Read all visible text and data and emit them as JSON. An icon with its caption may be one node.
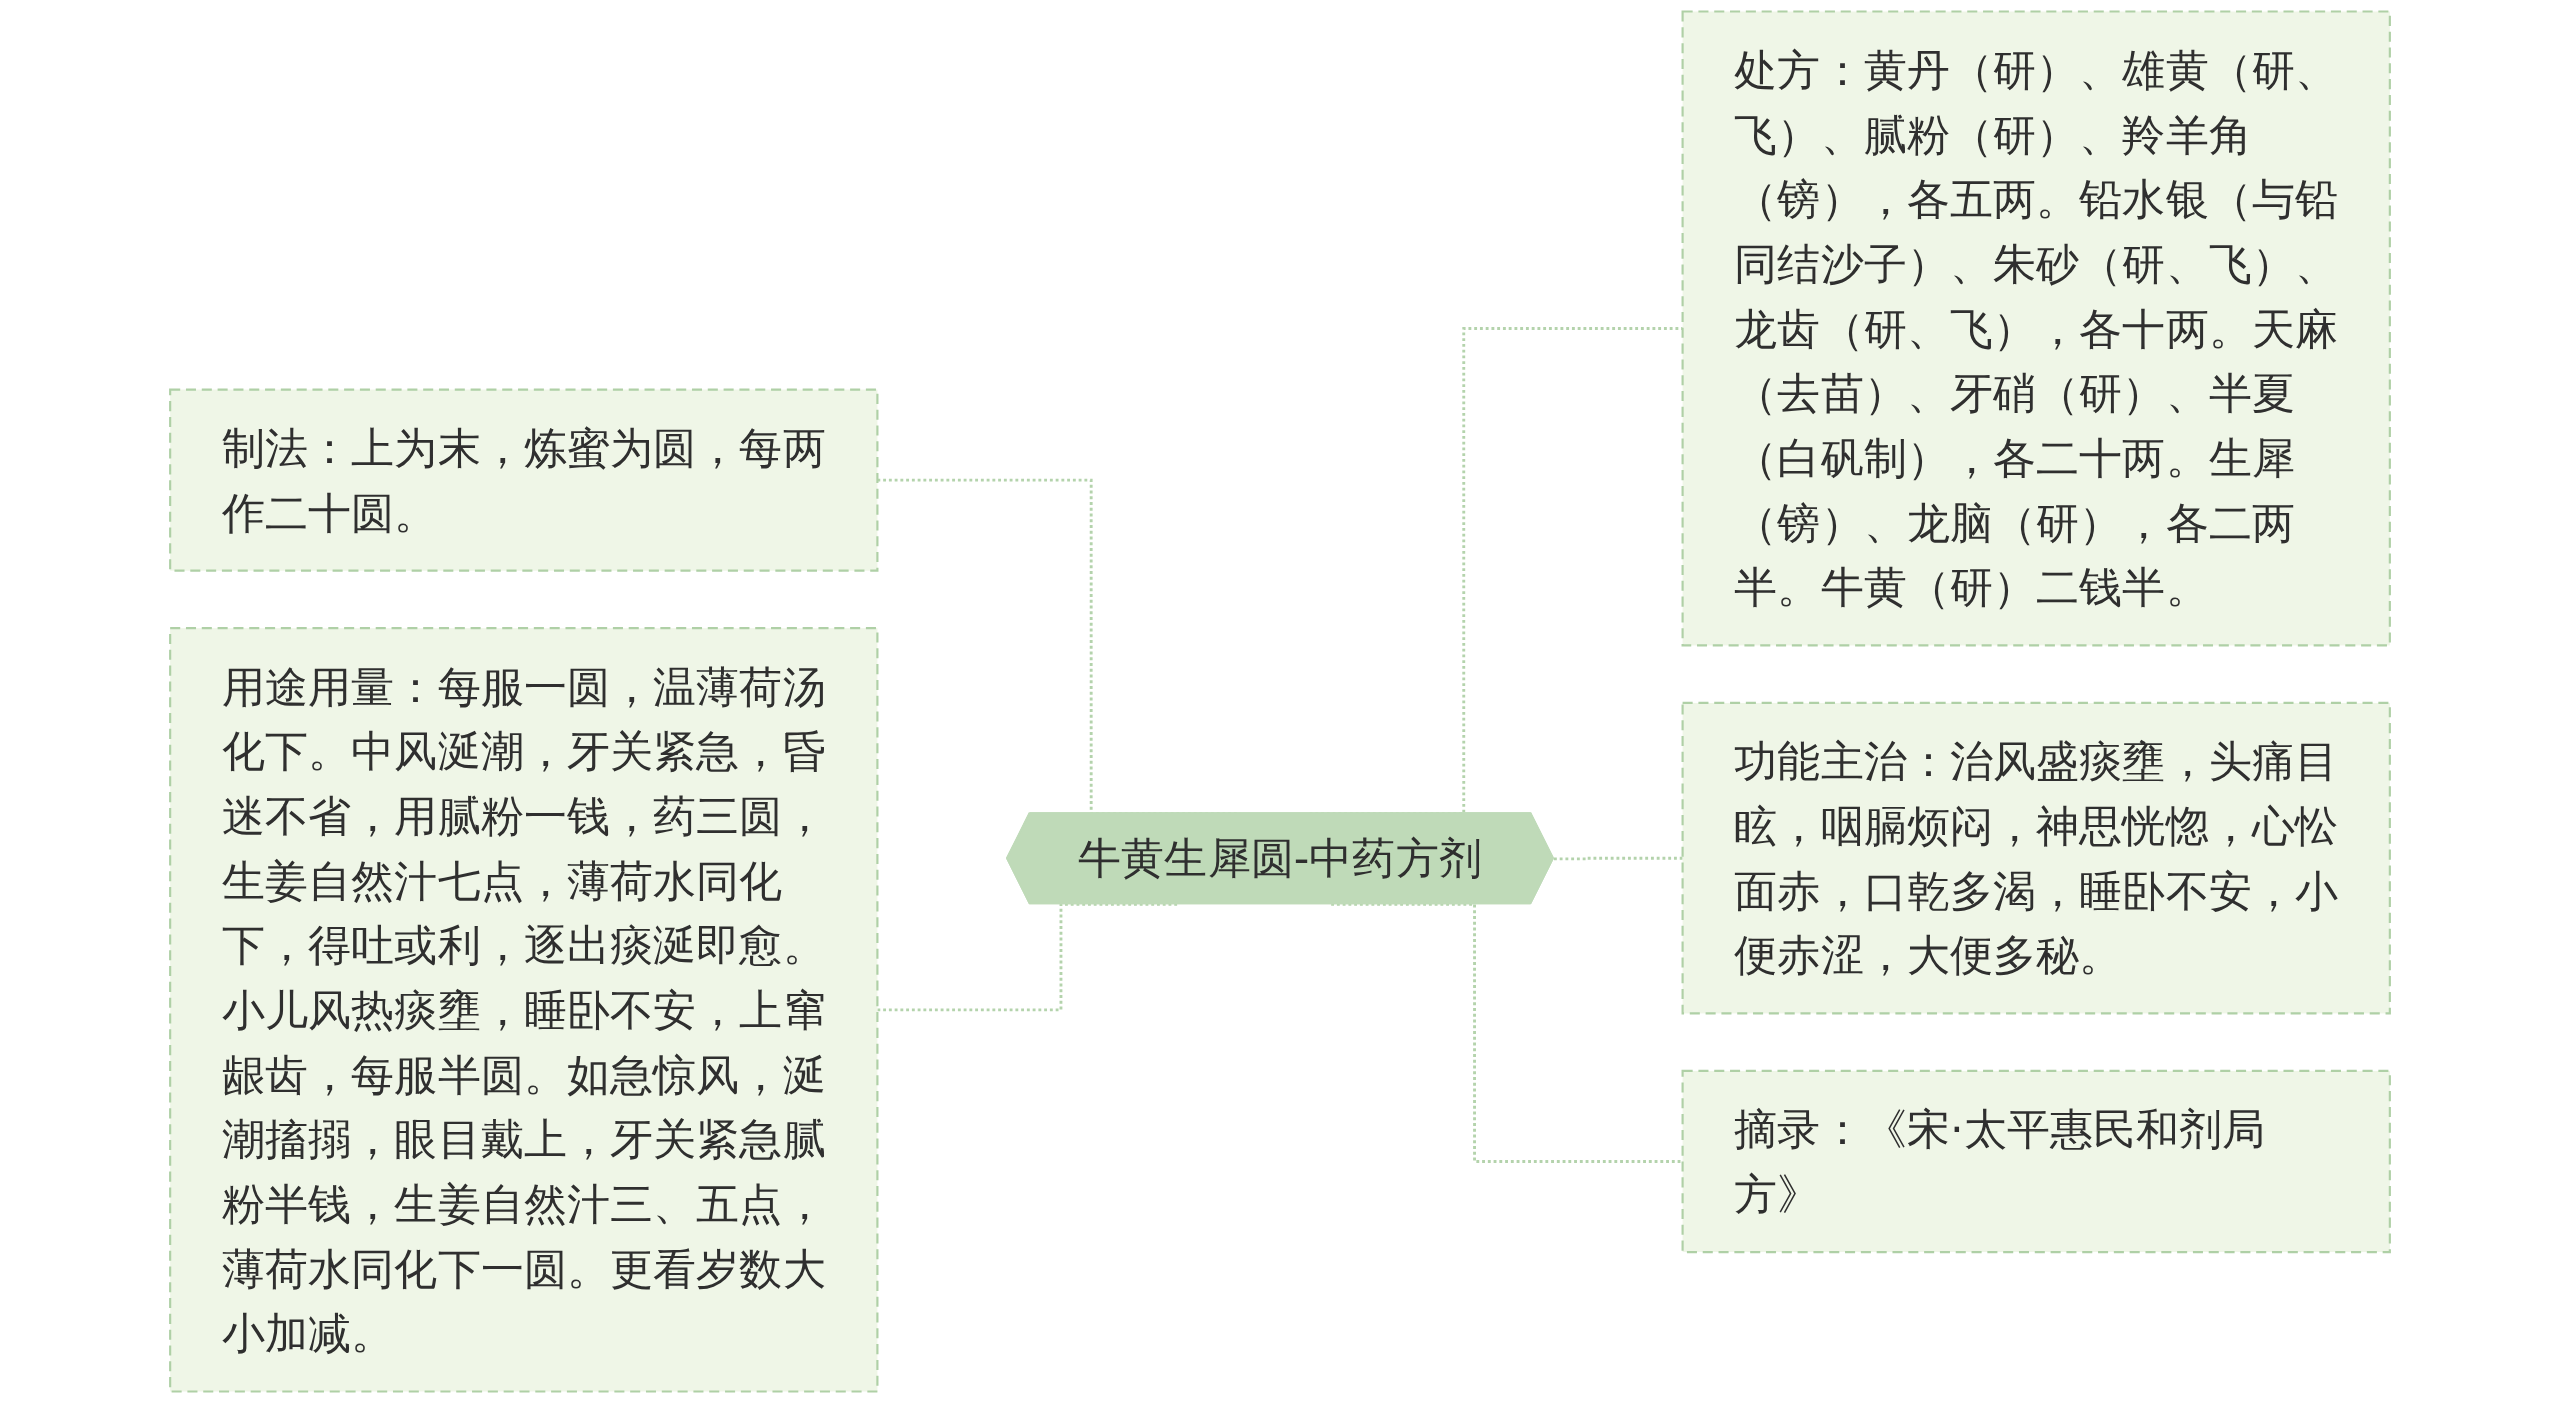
{
  "diagram": {
    "nodes": [
      {
        "text": [
          "牛黄生犀圆-中药方剂"
        ]
      },
      {
        "text": [
          "制法：上为末，炼蜜为圆，每两作二十圆。"
        ]
      },
      {
        "text": [
          "用途用量：每服一圆，温薄荷汤化下。中风涎潮，牙关紧急，昏迷不省，用腻粉一钱，药三圆，生姜自然汁七点，薄荷水同化下，得吐或利，逐出痰涎即愈。小儿风热痰壅，睡卧不安，上窜龈齿，每服半圆。如急惊风，涎潮搐搦，眼目戴上，牙关紧急腻粉半钱，生姜自然汁三、五点，薄荷水同化下一圆。更看岁数大小加减。"
        ]
      },
      {
        "text": [
          "处方：黄丹（研）、雄黄（研、飞）、腻粉（研）、羚羊角（镑），各五两。铅水银（与铅同结沙子）、朱砂（研、飞）、龙齿（研、飞），各十两。天麻（去苗）、牙硝（研）、半夏（白矾制），各二十两。生犀（镑）、龙脑（研），各二两半。牛黄（研）二钱半。"
        ]
      },
      {
        "text": [
          "功能主治：治风盛痰壅，头痛目眩，咽膈烦闷，神思恍惚，心忪面赤，口乾多渴，睡卧不安，小便赤涩，大便多秘。"
        ]
      },
      {
        "text": [
          "摘录：《宋·太平惠民和剂局方》"
        ]
      }
    ],
    "edges": [
      {
        "from": 1,
        "to": 0,
        "arrow": "none",
        "style": "dashed"
      },
      {
        "from": 2,
        "to": 0,
        "arrow": "none",
        "style": "dashed"
      },
      {
        "from": 0,
        "to": 3,
        "arrow": "none",
        "style": "dashed"
      },
      {
        "from": 0,
        "to": 4,
        "arrow": "none",
        "style": "dashed"
      },
      {
        "from": 0,
        "to": 5,
        "arrow": "none",
        "style": "dashed"
      }
    ]
  }
}
